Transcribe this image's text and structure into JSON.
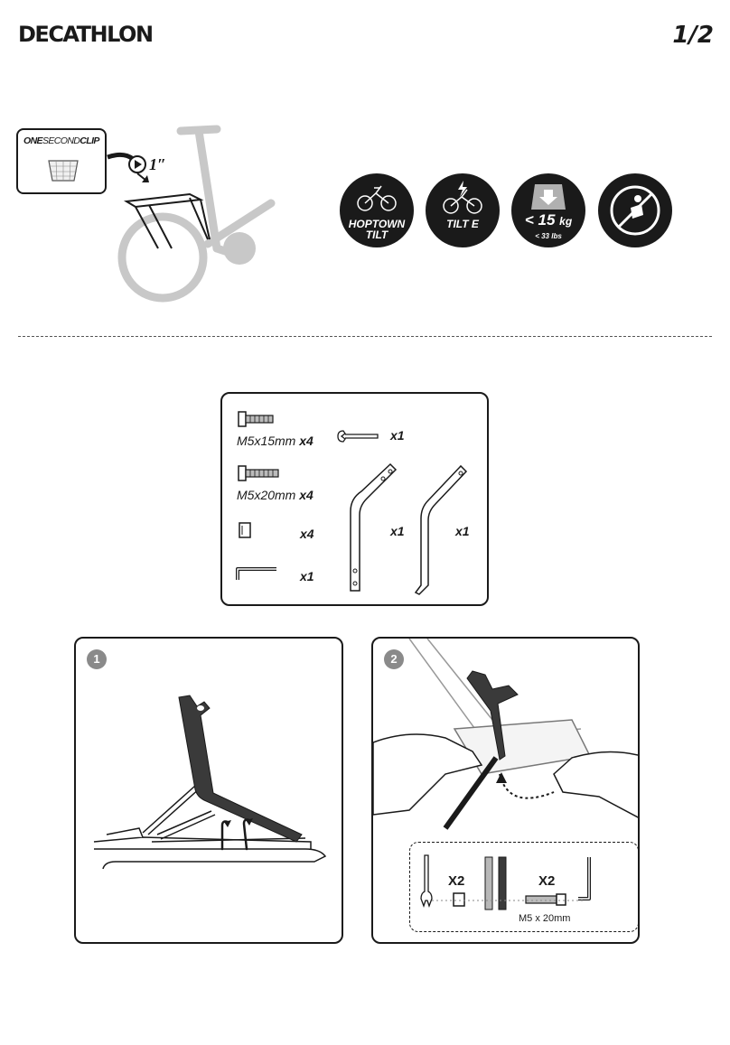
{
  "header": {
    "brand": "DECATHLON",
    "page": "1/2"
  },
  "clip": {
    "title_bold": "ONE",
    "title_thin": "SECOND",
    "title_end": "CLIP",
    "timer": "1″"
  },
  "badges": [
    {
      "line1": "HOPTOWN",
      "line2": "TILT",
      "icon": "folding-bike-icon"
    },
    {
      "line1": "TILT E",
      "icon": "electric-bike-icon"
    },
    {
      "line1": "< 15",
      "unit": "kg",
      "line2": "< 33 lbs",
      "icon": "weight-icon"
    },
    {
      "icon": "no-child-seat-icon"
    }
  ],
  "parts": {
    "screw_15": "M5x15mm",
    "screw_15_qty": "x4",
    "screw_20": "M5x20mm",
    "screw_20_qty": "x4",
    "nut_qty": "x4",
    "hex_key_qty": "x1",
    "wrench_qty": "x1",
    "bracket_left_qty": "x1",
    "bracket_right_qty": "x1"
  },
  "steps": [
    {
      "number": "1"
    },
    {
      "number": "2",
      "nut_qty": "X2",
      "screw_qty": "X2",
      "screw_label": "M5 x 20mm"
    }
  ]
}
